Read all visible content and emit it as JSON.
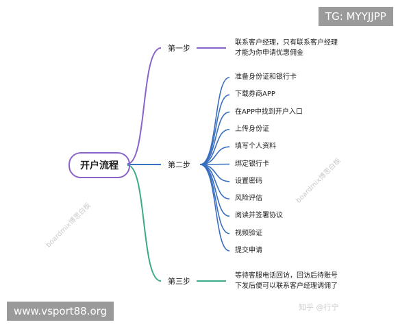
{
  "root": "开户流程",
  "steps": [
    {
      "label": "第一步",
      "color": "#8a63c9",
      "items": [
        "联系客户经理，只有联系客户经理\n才能为你申请优惠佣金"
      ]
    },
    {
      "label": "第二步",
      "color": "#3a6fbf",
      "items": [
        "准备身份证和银行卡",
        "下载券商APP",
        "在APP中找到开户入口",
        "上传身份证",
        "填写个人资料",
        "绑定银行卡",
        "设置密码",
        "风险评估",
        "阅读并签署协议",
        "视频验证",
        "提交申请"
      ]
    },
    {
      "label": "第三步",
      "color": "#3aaa8a",
      "items": [
        "等待客服电话回访，回访后待账号\n下发后便可以联系客户经理调佣了"
      ]
    }
  ],
  "tags": {
    "top": "TG: MYYJJPP",
    "bottom": "www.vsport88.org"
  },
  "watermarks": {
    "board": "boardmix博思白板",
    "zhihu": "知乎 @行宁"
  }
}
